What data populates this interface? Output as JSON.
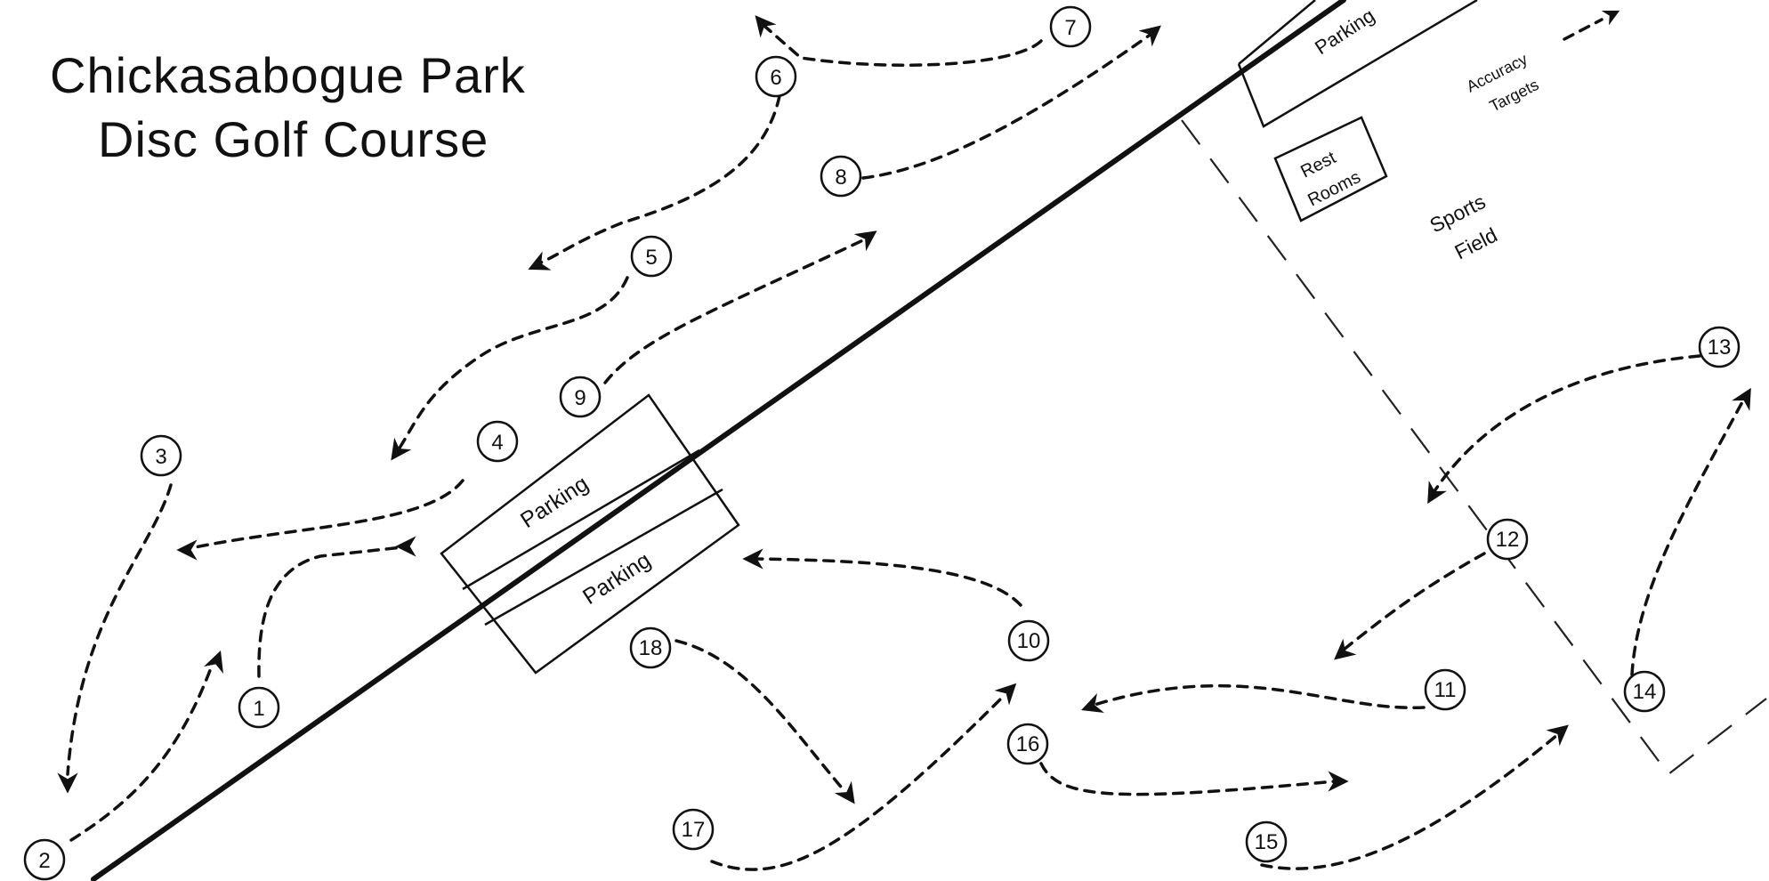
{
  "map": {
    "title_line1": "Chickasabogue Park",
    "title_line2": "Disc Golf Course",
    "labels": {
      "parking_top": "Parking",
      "parking_center_upper": "Parking",
      "parking_center_lower": "Parking",
      "rest_rooms_line1": "Rest",
      "rest_rooms_line2": "Rooms",
      "sports_field_line1": "Sports",
      "sports_field_line2": "Field",
      "accuracy_targets_line1": "Accuracy",
      "accuracy_targets_line2": "Targets"
    },
    "holes": [
      "1",
      "2",
      "3",
      "4",
      "5",
      "6",
      "7",
      "8",
      "9",
      "10",
      "11",
      "12",
      "13",
      "14",
      "15",
      "16",
      "17",
      "18"
    ],
    "colors": {
      "ink": "#111111",
      "paper": "#ffffff"
    }
  }
}
